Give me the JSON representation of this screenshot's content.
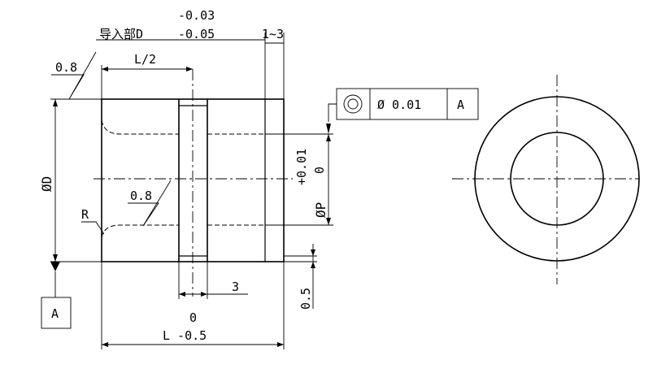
{
  "dims": {
    "guide_label": "导入部D",
    "guide_tol_upper": "-0.03",
    "guide_tol_lower": "-0.05",
    "range": "1~3",
    "half_length": "L/2",
    "diameter_d": "ØD",
    "diameter_p": "ØP",
    "p_tol_upper": "+0.01",
    "p_tol_lower": "0",
    "groove_width": "3",
    "length_tol_upper": "0",
    "length_label": "L -0.5",
    "edge_offset": "0.5",
    "radius": "R"
  },
  "surface_finish": {
    "outer": "0.8",
    "inner": "0.8"
  },
  "tolerance_frame": {
    "symbol": "concentricity",
    "value": "Ø 0.01",
    "datum": "A"
  },
  "datum_label": "A"
}
